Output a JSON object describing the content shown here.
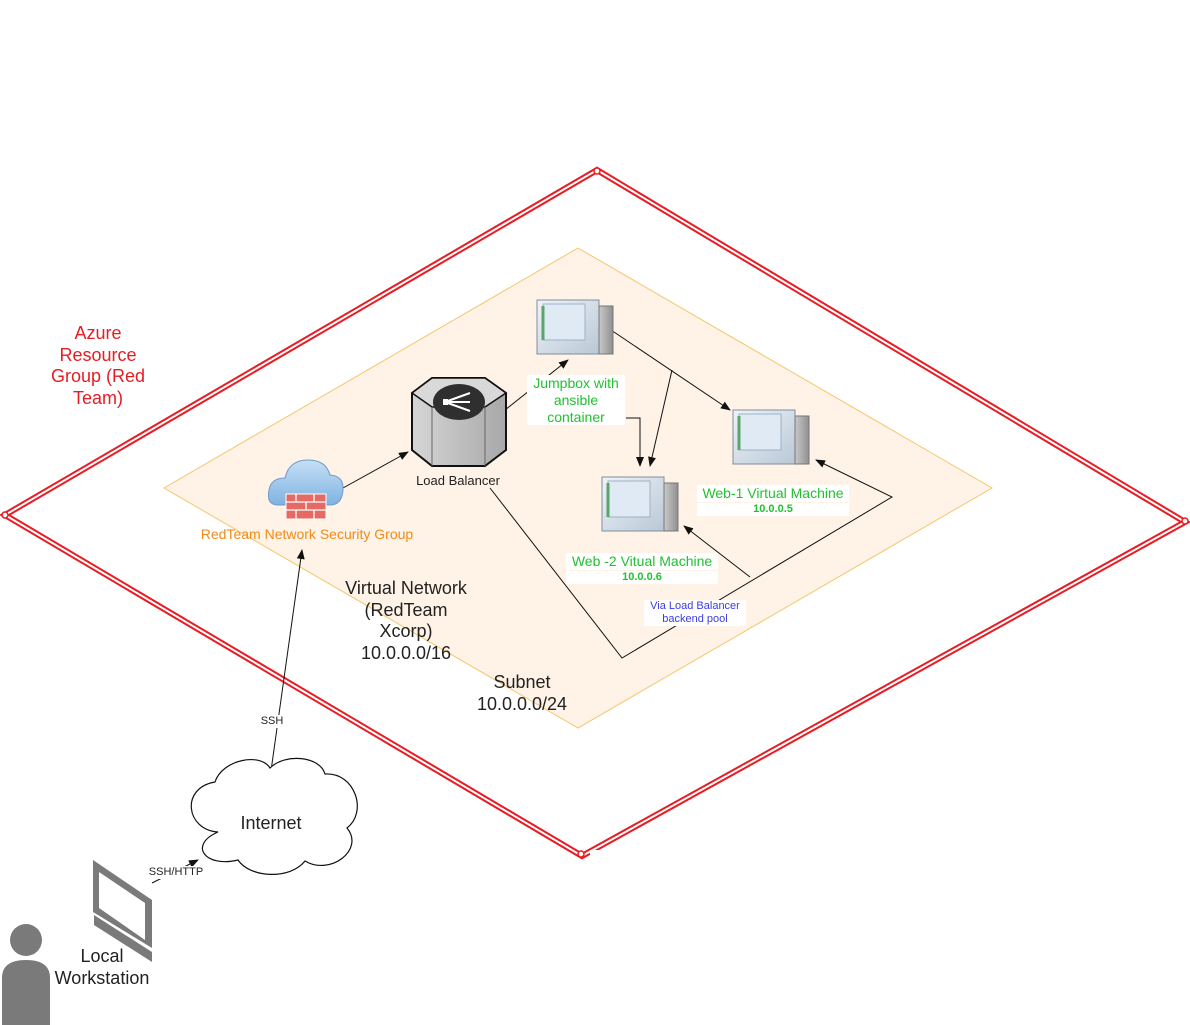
{
  "resource_group": {
    "label": "Azure Resource Group (Red Team)"
  },
  "virtual_network": {
    "label": "Virtual Network (RedTeam Xcorp)",
    "cidr": "10.0.0.0/16"
  },
  "subnet": {
    "label": "Subnet",
    "cidr": "10.0.0.0/24"
  },
  "load_balancer": {
    "label": "Load Balancer"
  },
  "nsg": {
    "label": "RedTeam Network Security Group"
  },
  "jumpbox": {
    "label": "Jumpbox with ansible container"
  },
  "web1": {
    "label": "Web-1 Virtual Machine",
    "ip": "10.0.0.5"
  },
  "web2": {
    "label": "Web -2 Vitual Machine",
    "ip": "10.0.0.6"
  },
  "backend_pool": {
    "label": "Via Load Balancer backend pool"
  },
  "internet": {
    "label": "Internet"
  },
  "links": {
    "ssh": "SSH",
    "ssh_http": "SSH/HTTP"
  },
  "workstation": {
    "label": "Local Workstation"
  },
  "colors": {
    "resource_group": "#e81c23",
    "subnet_fill": "#fff2e6",
    "subnet_border": "#f5c66e",
    "vm_label": "#22c032",
    "nsg_label": "#f08c1a",
    "backend_pool_label": "#3c3ce6"
  },
  "icons": [
    "server-icon",
    "load-balancer-icon",
    "firewall-cloud-icon",
    "cloud-icon",
    "monitor-icon",
    "user-icon"
  ]
}
